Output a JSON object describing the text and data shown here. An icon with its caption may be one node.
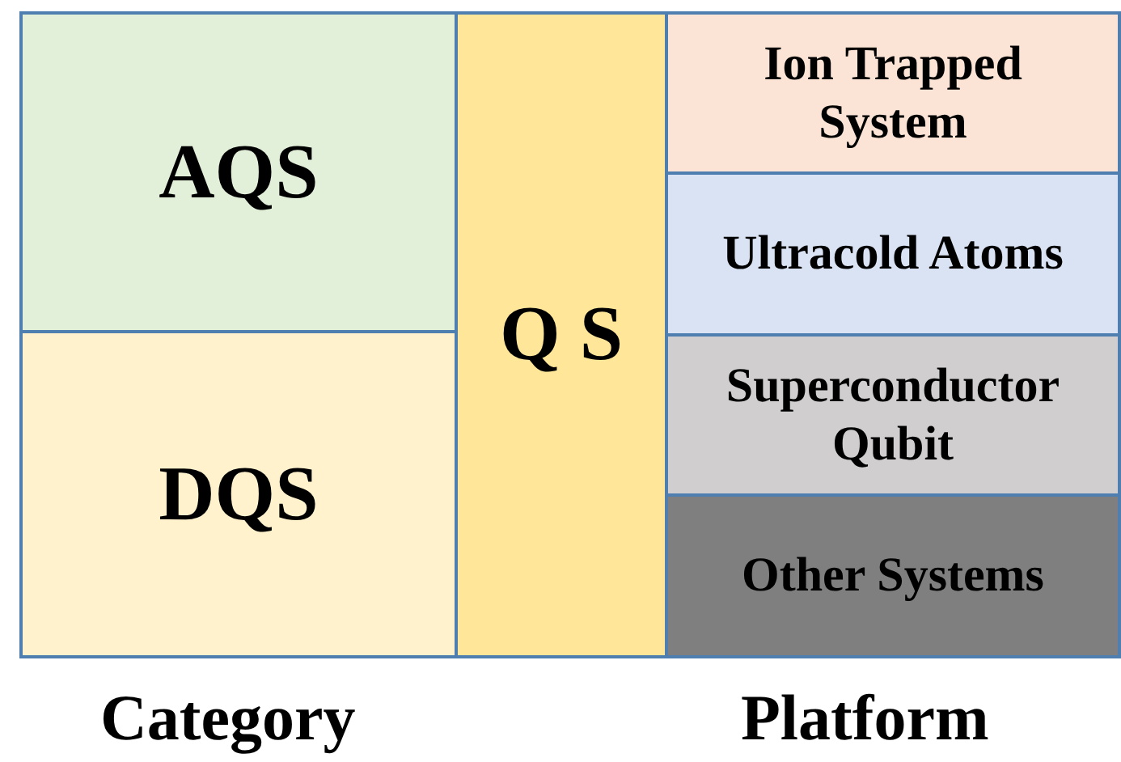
{
  "diagram": {
    "nodes": [
      {
        "text": [
          "AQS"
        ]
      },
      {
        "text": [
          "DQS"
        ]
      },
      {
        "text": [
          "Q S"
        ]
      },
      {
        "text": [
          "Ion Trapped System"
        ]
      },
      {
        "text": [
          "Ultracold Atoms"
        ]
      },
      {
        "text": [
          "Superconductor Qubit"
        ]
      },
      {
        "text": [
          "Other Systems"
        ]
      }
    ],
    "labels": [
      "Category",
      "Platform"
    ]
  }
}
